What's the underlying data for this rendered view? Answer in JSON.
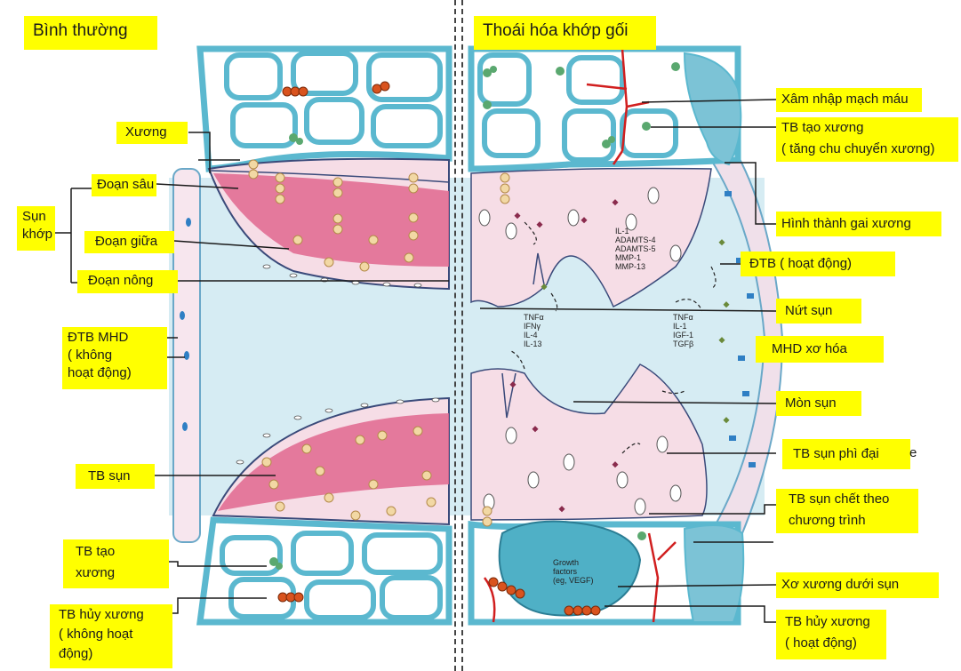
{
  "panels": {
    "normal_title": "Bình thường",
    "oa_title": "Thoái hóa khớp gối"
  },
  "left_labels": {
    "xuong": "Xương",
    "doan_sau": "Đoạn sâu",
    "sun_khop": [
      "Sụn",
      "khớp"
    ],
    "doan_giua": "Đoạn giữa",
    "doan_nong": "Đoạn nông",
    "dtb_mhd": [
      "ĐTB MHD",
      "( không",
      "hoạt động)"
    ],
    "tb_sun": "TB sụn",
    "tb_tao_xuong": [
      "TB tạo",
      "xương"
    ],
    "tb_huy_xuong": [
      "TB hủy xương",
      "( không hoạt",
      "động)"
    ]
  },
  "right_labels": {
    "xam_nhap": "Xâm nhập mạch máu",
    "tb_tao_xuong": [
      "TB tạo xương",
      "( tăng chu chuyển xương)"
    ],
    "gai_xuong": "Hình thành gai xương",
    "dtb_hoat_dong": "ĐTB ( hoạt động)",
    "nut_sun": "Nứt sụn",
    "mhd_xo_hoa": "MHD xơ hóa",
    "mon_sun": "Mòn sụn",
    "tb_sun_phi_dai": "TB sụn phì đại",
    "tb_sun_chet": [
      "TB sụn chết theo",
      "chương trình"
    ],
    "xo_xuong": "Xơ xương dưới sụn",
    "tb_huy_xuong": [
      "TB hủy xương",
      "( hoạt động)"
    ]
  },
  "stray_mark": "e",
  "inner_text": {
    "enzymes": [
      "IL-1",
      "ADAMTS-4",
      "ADAMTS-5",
      "MMP-1",
      "MMP-13"
    ],
    "cytokines_left": [
      "TNFα",
      "IFNγ",
      "IL-4",
      "IL-13"
    ],
    "cytokines_right": [
      "TNFα",
      "IL-1",
      "IGF-1",
      "TGFβ"
    ],
    "growth_factors": [
      "Growth",
      "factors",
      "(eg, VEGF)"
    ]
  },
  "colors": {
    "label_bg": "#ffff00",
    "bone_fill": "#ffffff",
    "bone_outline": "#5bb8cf",
    "joint_space": "#d6ecf3",
    "cartilage_pink": "#f6dde6",
    "cartilage_deep": "#e0678e",
    "chondrocyte": "#f2d8a4",
    "osteoclast": "#d9531e",
    "osteoblast": "#5aa86f",
    "macrophage": "#2f7fc4",
    "vessel": "#d11f1f"
  }
}
